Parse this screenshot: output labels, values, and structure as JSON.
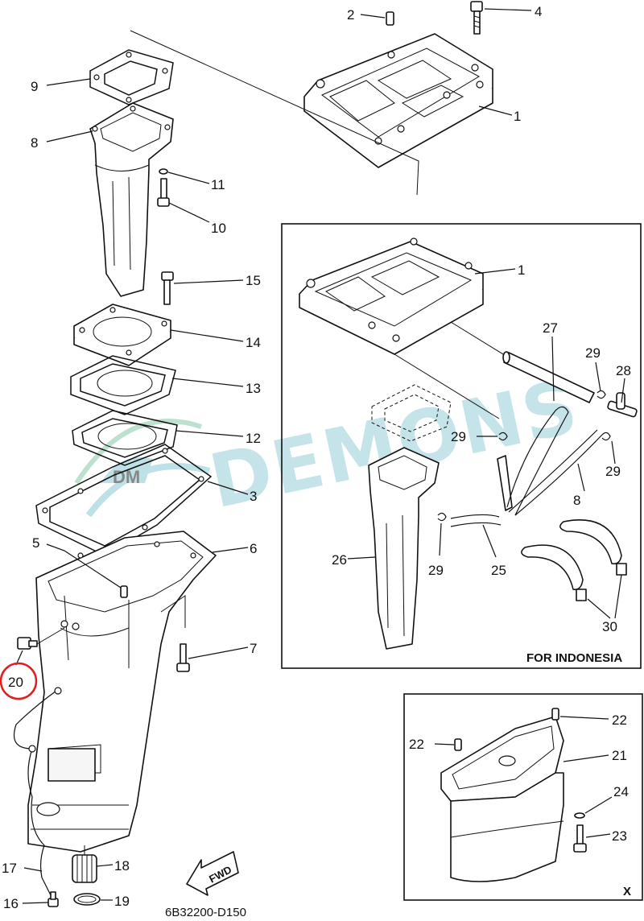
{
  "diagram": {
    "drawing_code": "6B32200-D150",
    "watermark_text": "DEMONS",
    "highlight_color": "#e02020",
    "highlighted_part": "20",
    "callouts": [
      {
        "id": "c1",
        "label": "1"
      },
      {
        "id": "c2",
        "label": "2"
      },
      {
        "id": "c3",
        "label": "3"
      },
      {
        "id": "c4",
        "label": "4"
      },
      {
        "id": "c5",
        "label": "5"
      },
      {
        "id": "c6",
        "label": "6"
      },
      {
        "id": "c7",
        "label": "7"
      },
      {
        "id": "c8",
        "label": "8"
      },
      {
        "id": "c9",
        "label": "9"
      },
      {
        "id": "c10",
        "label": "10"
      },
      {
        "id": "c11",
        "label": "11"
      },
      {
        "id": "c12",
        "label": "12"
      },
      {
        "id": "c13",
        "label": "13"
      },
      {
        "id": "c14",
        "label": "14"
      },
      {
        "id": "c15",
        "label": "15"
      },
      {
        "id": "c16",
        "label": "16"
      },
      {
        "id": "c17",
        "label": "17"
      },
      {
        "id": "c18",
        "label": "18"
      },
      {
        "id": "c19",
        "label": "19"
      },
      {
        "id": "c20",
        "label": "20"
      }
    ],
    "fwd_label": "FWD"
  },
  "inset_indonesia": {
    "caption": "FOR INDONESIA",
    "callouts": [
      {
        "id": "i1",
        "label": "1"
      },
      {
        "id": "i27",
        "label": "27"
      },
      {
        "id": "i29a",
        "label": "29"
      },
      {
        "id": "i28",
        "label": "28"
      },
      {
        "id": "i29b",
        "label": "29"
      },
      {
        "id": "i29c",
        "label": "29"
      },
      {
        "id": "i26",
        "label": "26"
      },
      {
        "id": "i8",
        "label": "8"
      },
      {
        "id": "i29d",
        "label": "29"
      },
      {
        "id": "i25",
        "label": "25"
      },
      {
        "id": "i30",
        "label": "30"
      }
    ]
  },
  "inset_x": {
    "caption": "X",
    "callouts": [
      {
        "id": "x22a",
        "label": "22"
      },
      {
        "id": "x22b",
        "label": "22"
      },
      {
        "id": "x21",
        "label": "21"
      },
      {
        "id": "x24",
        "label": "24"
      },
      {
        "id": "x23",
        "label": "23"
      }
    ]
  }
}
